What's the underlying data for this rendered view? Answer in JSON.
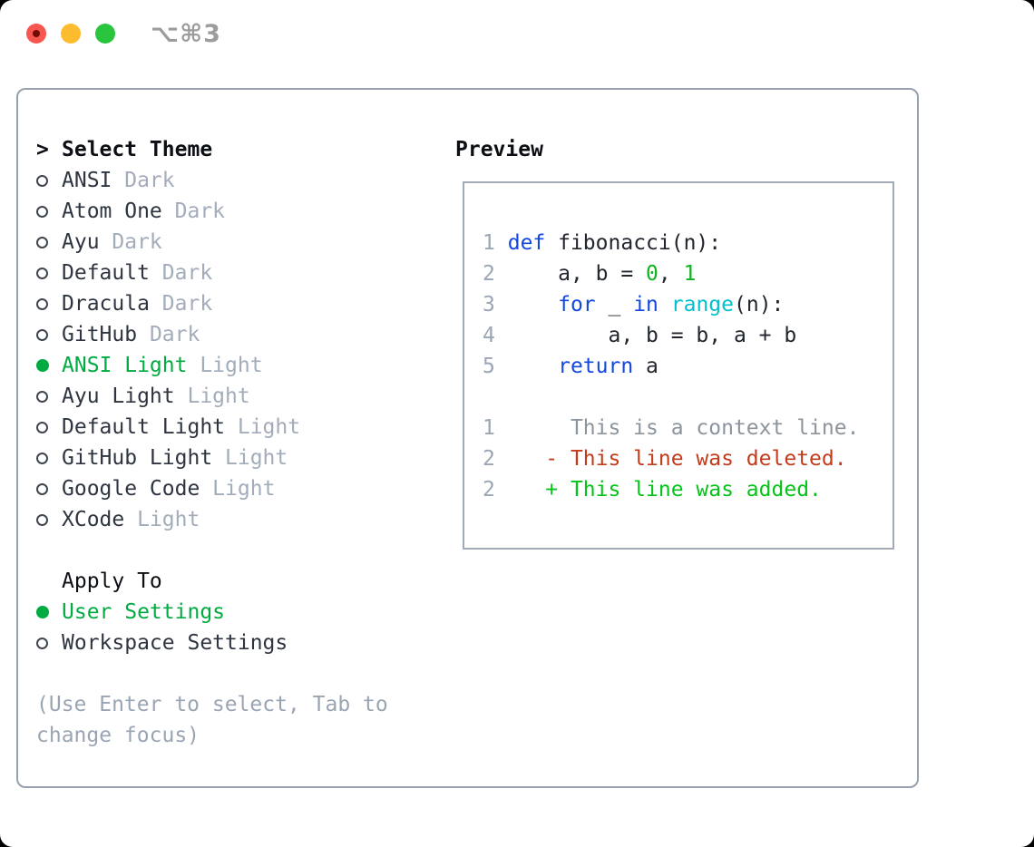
{
  "window": {
    "title": "⌥⌘3",
    "traffic_lights": [
      "close",
      "minimize",
      "zoom"
    ]
  },
  "theme_picker": {
    "prompt": ">",
    "header": "Select Theme",
    "items": [
      {
        "name": "ANSI",
        "variant": "Dark",
        "selected": false
      },
      {
        "name": "Atom One",
        "variant": "Dark",
        "selected": false
      },
      {
        "name": "Ayu",
        "variant": "Dark",
        "selected": false
      },
      {
        "name": "Default",
        "variant": "Dark",
        "selected": false
      },
      {
        "name": "Dracula",
        "variant": "Dark",
        "selected": false
      },
      {
        "name": "GitHub",
        "variant": "Dark",
        "selected": false
      },
      {
        "name": "ANSI Light",
        "variant": "Light",
        "selected": true
      },
      {
        "name": "Ayu Light",
        "variant": "Light",
        "selected": false
      },
      {
        "name": "Default Light",
        "variant": "Light",
        "selected": false
      },
      {
        "name": "GitHub Light",
        "variant": "Light",
        "selected": false
      },
      {
        "name": "Google Code",
        "variant": "Light",
        "selected": false
      },
      {
        "name": "XCode",
        "variant": "Light",
        "selected": false
      }
    ]
  },
  "apply_to": {
    "header": "Apply To",
    "options": [
      {
        "label": "User Settings",
        "selected": true
      },
      {
        "label": "Workspace Settings",
        "selected": false
      }
    ]
  },
  "hint": "(Use Enter to select, Tab to change focus)",
  "preview": {
    "header": "Preview",
    "code_lines": [
      {
        "num": "1",
        "segments": [
          [
            " ",
            "plain"
          ],
          [
            "def",
            "kw"
          ],
          [
            " fibonacci(n):",
            "plain"
          ]
        ]
      },
      {
        "num": "2",
        "segments": [
          [
            "     a, b = ",
            "plain"
          ],
          [
            "0",
            "num"
          ],
          [
            ", ",
            "plain"
          ],
          [
            "1",
            "num"
          ]
        ]
      },
      {
        "num": "3",
        "segments": [
          [
            "     ",
            "plain"
          ],
          [
            "for",
            "kw"
          ],
          [
            " _ ",
            "plain"
          ],
          [
            "in",
            "kw"
          ],
          [
            " ",
            "plain"
          ],
          [
            "range",
            "builtin"
          ],
          [
            "(n):",
            "plain"
          ]
        ]
      },
      {
        "num": "4",
        "segments": [
          [
            "         a, b = b, a + b",
            "plain"
          ]
        ]
      },
      {
        "num": "5",
        "segments": [
          [
            "     ",
            "plain"
          ],
          [
            "return",
            "kw"
          ],
          [
            " a",
            "plain"
          ]
        ]
      },
      {
        "num": "",
        "segments": []
      },
      {
        "num": "1",
        "segments": [
          [
            "      This is a context line.",
            "context"
          ]
        ]
      },
      {
        "num": "2",
        "segments": [
          [
            "    - This line was deleted.",
            "deleted"
          ]
        ]
      },
      {
        "num": "2",
        "segments": [
          [
            "    + This line was added.",
            "added"
          ]
        ]
      }
    ]
  },
  "colors": {
    "selection_green": "#02ab41",
    "keyword_blue": "#1247e1",
    "number_green": "#0eb41d",
    "builtin_cyan": "#02c0cd",
    "deleted_red": "#c43b1b",
    "added_green": "#06c319",
    "muted_gray": "#a2acba",
    "traffic_red": "#f6564f",
    "traffic_yellow": "#fdbc2f",
    "traffic_green": "#2ac53e"
  }
}
